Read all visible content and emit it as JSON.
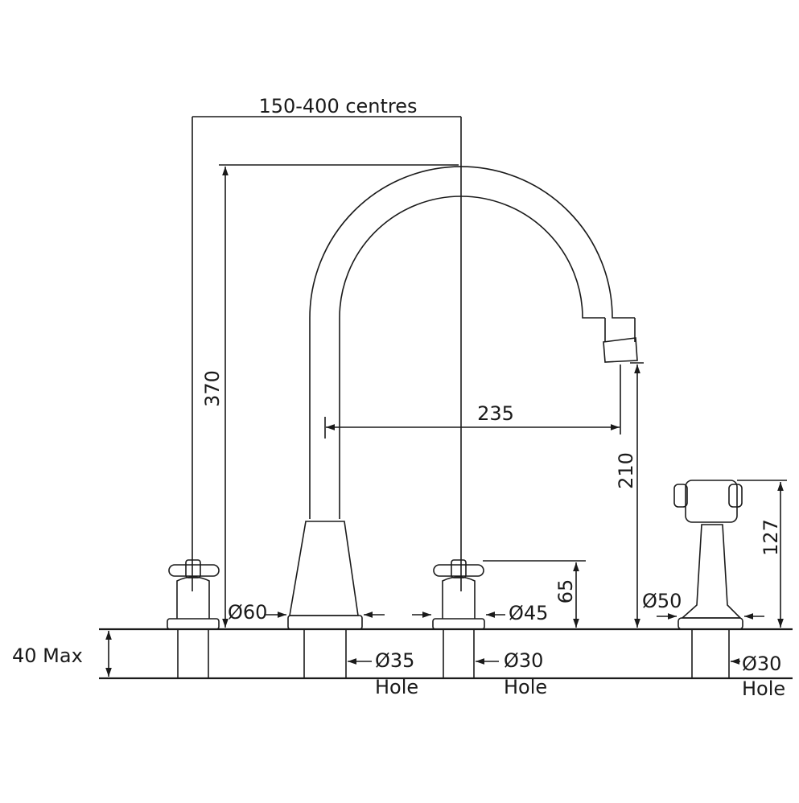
{
  "dimensions": {
    "centres": "150-400 centres",
    "height_total": "370",
    "reach": "235",
    "spout_clearance": "210",
    "spray_height": "127",
    "handle_height": "65",
    "deck_max": "40 Max",
    "base_left": "Ø60",
    "base_mid": "Ø45",
    "base_spray": "Ø50",
    "hole_spout": "Ø35",
    "hole_valve": "Ø30",
    "hole_spray": "Ø30",
    "hole_word": "Hole"
  }
}
